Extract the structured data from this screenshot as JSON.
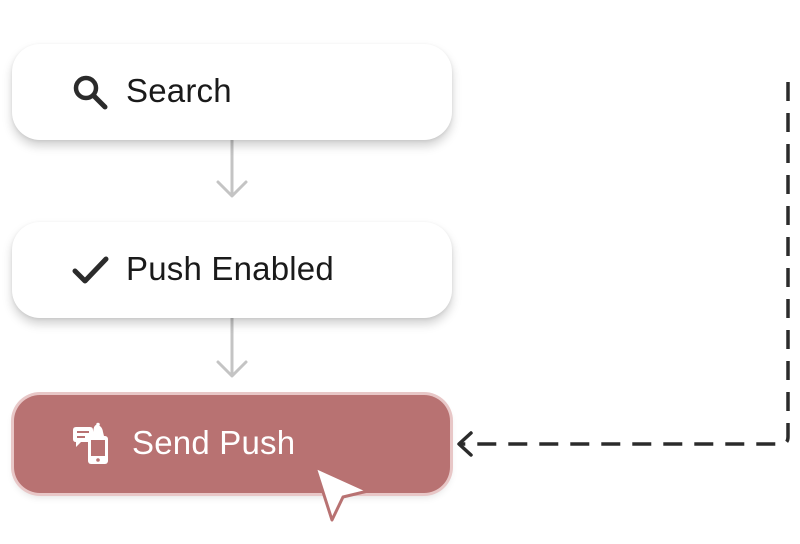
{
  "flow": {
    "steps": [
      {
        "label": "Search",
        "icon": "search-icon"
      },
      {
        "label": "Push Enabled",
        "icon": "checkmark-icon"
      },
      {
        "label": "Send Push",
        "icon": "push-notification-icon"
      }
    ]
  },
  "colors": {
    "card_background": "#ffffff",
    "active_card_background": "#b87272",
    "active_card_ring": "#e8c7c7",
    "connector": "#c4c4c4",
    "loop_line": "#2b2b2b",
    "icon_dark": "#2b2b2b"
  }
}
